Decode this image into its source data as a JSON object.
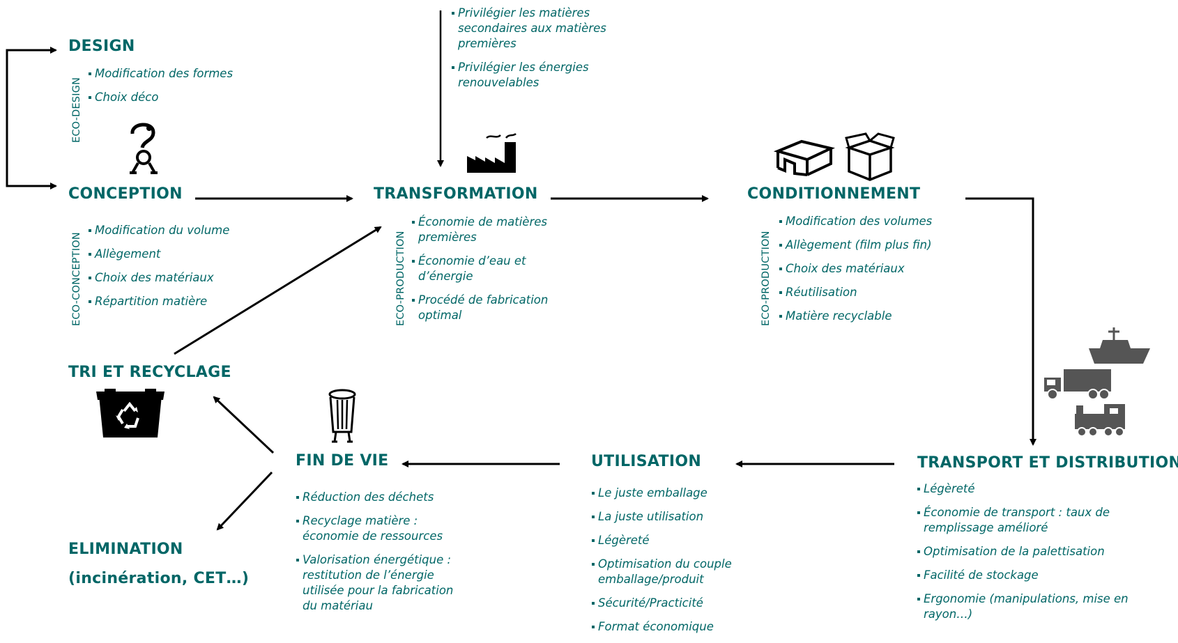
{
  "top_note": [
    "Privilégier les matières secondaires aux matières premières",
    "Privilégier les énergies renouvelables"
  ],
  "design": {
    "title": "DESIGN",
    "label": "ECO-DESIGN",
    "items": [
      "Modification des formes",
      "Choix déco"
    ]
  },
  "conception": {
    "title": "CONCEPTION",
    "label": "ECO-CONCEPTION",
    "items": [
      "Modification du volume",
      "Allègement",
      "Choix des matériaux",
      "Répartition matière"
    ]
  },
  "transformation": {
    "title": "TRANSFORMATION",
    "label": "ECO-PRODUCTION",
    "items": [
      "Économie de matières premières",
      "Économie d’eau et d’énergie",
      "Procédé de fabrication optimal"
    ]
  },
  "conditionnement": {
    "title": "CONDITIONNEMENT",
    "label": "ECO-PRODUCTION",
    "items": [
      "Modification des volumes",
      "Allègement (film plus fin)",
      "Choix des matériaux",
      "Réutilisation",
      "Matière recyclable"
    ]
  },
  "transport": {
    "title": "TRANSPORT ET DISTRIBUTION",
    "items": [
      "Légèreté",
      "Économie de transport : taux de remplissage amélioré",
      "Optimisation de la palettisation",
      "Facilité de stockage",
      "Ergonomie (manipulations, mise en rayon…)"
    ]
  },
  "utilisation": {
    "title": "UTILISATION",
    "items": [
      "Le juste emballage",
      "La juste utilisation",
      "Légèreté",
      "Optimisation du couple emballage/produit",
      "Sécurité/Practicité",
      "Format économique"
    ]
  },
  "fin_de_vie": {
    "title": "FIN DE VIE",
    "items": [
      "Réduction des déchets",
      "Recyclage matière : économie de ressources",
      "Valorisation énergétique : restitution de l’énergie utilisée pour la fabrication du matériau"
    ]
  },
  "tri": {
    "title": "TRI ET RECYCLAGE"
  },
  "elimination": {
    "title": "ELIMINATION",
    "subtitle": "(incinération, CET…)"
  },
  "colors": {
    "accent": "#006666",
    "line": "#000000",
    "icon_grey": "#555555"
  },
  "icons": [
    "question-person-icon",
    "factory-icon",
    "pallet-icon",
    "cardboard-box-icon",
    "boat-icon",
    "truck-icon",
    "train-icon",
    "trash-can-icon",
    "recycling-bin-icon"
  ]
}
